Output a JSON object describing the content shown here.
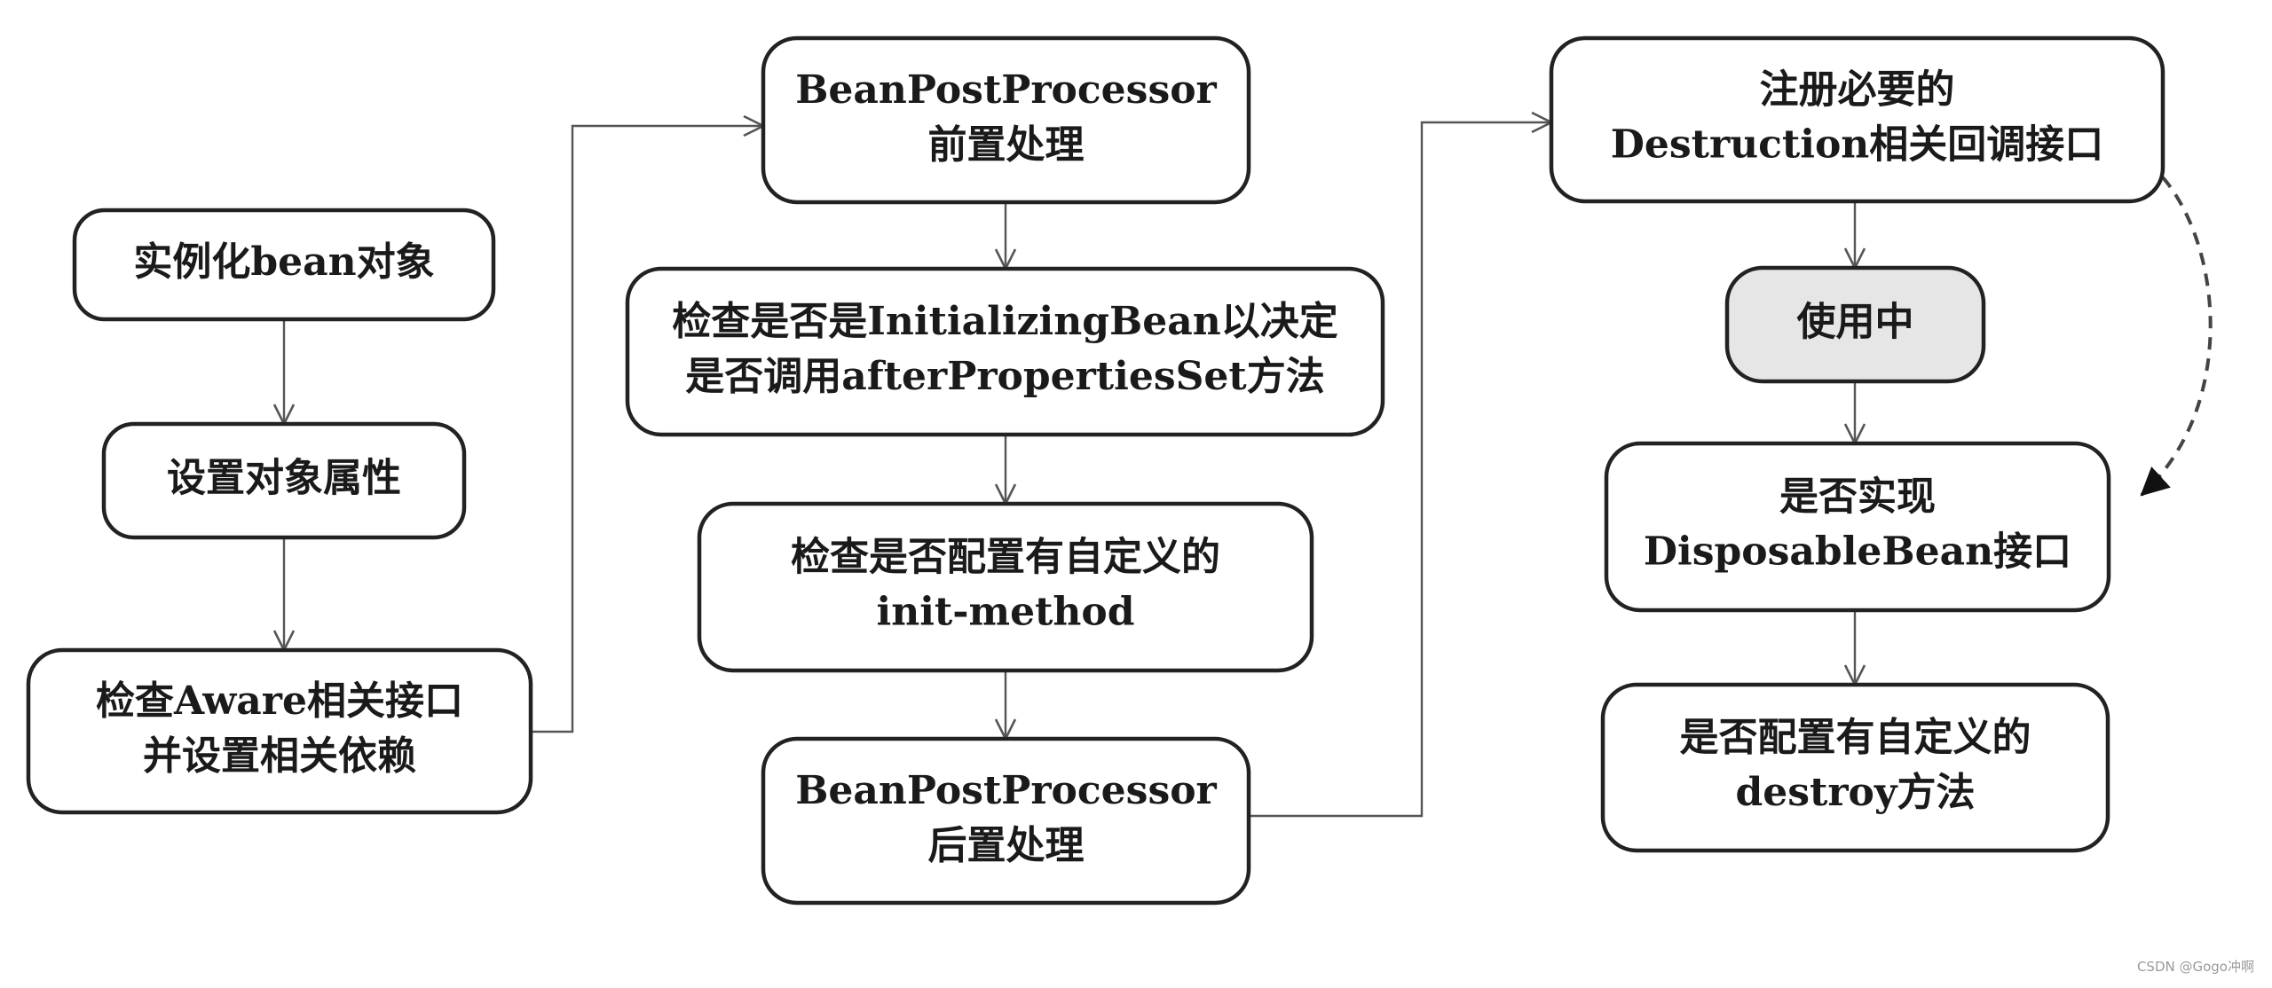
{
  "nodes": {
    "instantiate": {
      "lines": [
        "实例化bean对象"
      ]
    },
    "set_properties": {
      "lines": [
        "设置对象属性"
      ]
    },
    "check_aware": {
      "lines": [
        "检查Aware相关接口",
        "并设置相关依赖"
      ]
    },
    "bpp_before": {
      "lines": [
        "BeanPostProcessor",
        "前置处理"
      ]
    },
    "check_initializing": {
      "lines": [
        "检查是否是InitializingBean以决定",
        "是否调用afterPropertiesSet方法"
      ]
    },
    "check_init_method": {
      "lines": [
        "检查是否配置有自定义的",
        "init-method"
      ]
    },
    "bpp_after": {
      "lines": [
        "BeanPostProcessor",
        "后置处理"
      ]
    },
    "register_destruction": {
      "lines": [
        "注册必要的",
        "Destruction相关回调接口"
      ]
    },
    "in_use": {
      "lines": [
        "使用中"
      ],
      "fill": "#e6e6e6"
    },
    "check_disposable": {
      "lines": [
        "是否实现",
        "DisposableBean接口"
      ]
    },
    "check_destroy_method": {
      "lines": [
        "是否配置有自定义的",
        "destroy方法"
      ]
    }
  },
  "watermark": "CSDN @Gogo冲啊"
}
